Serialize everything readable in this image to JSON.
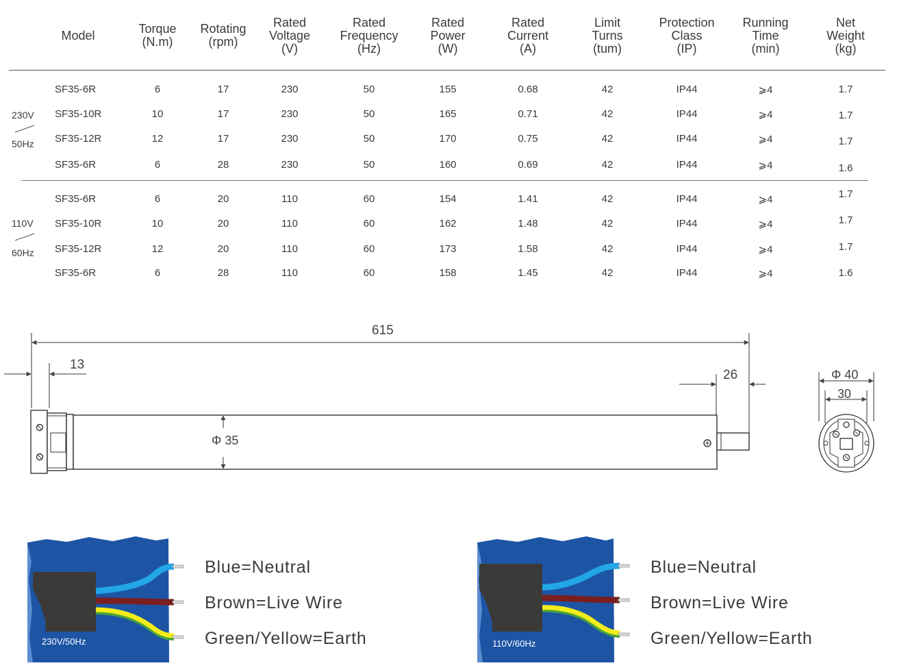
{
  "headers": {
    "model": "Model",
    "torque": [
      "Torque",
      "(N.m)"
    ],
    "rotating": [
      "Rotating",
      "(rpm)"
    ],
    "voltage": [
      "Rated",
      "Voltage",
      "(V)"
    ],
    "frequency": [
      "Rated",
      "Frequency",
      "(Hz)"
    ],
    "power": [
      "Rated",
      "Power",
      "(W)"
    ],
    "current": [
      "Rated",
      "Current",
      "(A)"
    ],
    "turns": [
      "Limit",
      "Turns",
      "(tum)"
    ],
    "protection": [
      "Protection",
      "Class",
      "(IP)"
    ],
    "running": [
      "Running",
      "Time",
      "(min)"
    ],
    "weight": [
      "Net",
      "Weight",
      "(kg)"
    ]
  },
  "groups": [
    {
      "label_top": "230V",
      "label_bottom": "50Hz",
      "rows": [
        {
          "model": "SF35-6R",
          "torque": "6",
          "rpm": "17",
          "voltage": "230",
          "freq": "50",
          "power": "155",
          "current": "0.68",
          "turns": "42",
          "ip": "IP44",
          "time": "⩾4",
          "weight": "1.7"
        },
        {
          "model": "SF35-10R",
          "torque": "10",
          "rpm": "17",
          "voltage": "230",
          "freq": "50",
          "power": "165",
          "current": "0.71",
          "turns": "42",
          "ip": "IP44",
          "time": "⩾4",
          "weight": "1.7"
        },
        {
          "model": "SF35-12R",
          "torque": "12",
          "rpm": "17",
          "voltage": "230",
          "freq": "50",
          "power": "170",
          "current": "0.75",
          "turns": "42",
          "ip": "IP44",
          "time": "⩾4",
          "weight": "1.7"
        },
        {
          "model": "SF35-6R",
          "torque": "6",
          "rpm": "28",
          "voltage": "230",
          "freq": "50",
          "power": "160",
          "current": "0.69",
          "turns": "42",
          "ip": "IP44",
          "time": "⩾4",
          "weight": "1.6"
        }
      ]
    },
    {
      "label_top": "110V",
      "label_bottom": "60Hz",
      "rows": [
        {
          "model": "SF35-6R",
          "torque": "6",
          "rpm": "20",
          "voltage": "110",
          "freq": "60",
          "power": "154",
          "current": "1.41",
          "turns": "42",
          "ip": "IP44",
          "time": "⩾4",
          "weight": "1.7"
        },
        {
          "model": "SF35-10R",
          "torque": "10",
          "rpm": "20",
          "voltage": "110",
          "freq": "60",
          "power": "162",
          "current": "1.48",
          "turns": "42",
          "ip": "IP44",
          "time": "⩾4",
          "weight": "1.7"
        },
        {
          "model": "SF35-12R",
          "torque": "12",
          "rpm": "20",
          "voltage": "110",
          "freq": "60",
          "power": "173",
          "current": "1.58",
          "turns": "42",
          "ip": "IP44",
          "time": "⩾4",
          "weight": "1.7"
        },
        {
          "model": "SF35-6R",
          "torque": "6",
          "rpm": "28",
          "voltage": "110",
          "freq": "60",
          "power": "158",
          "current": "1.45",
          "turns": "42",
          "ip": "IP44",
          "time": "⩾4",
          "weight": "1.6"
        }
      ]
    }
  ],
  "drawing": {
    "overall_length": "615",
    "head_length": "13",
    "shaft_length": "26",
    "tube_diameter": "Φ 35",
    "head_diameter": "Φ 40",
    "shaft_width": "30"
  },
  "wiring": {
    "blue": "Blue=Neutral",
    "brown": "Brown=Live Wire",
    "earth": "Green/Yellow=Earth",
    "left_tag": "230V/50Hz",
    "right_tag": "110V/60Hz"
  },
  "colors": {
    "panel_blue": "#1d55a4",
    "wire_blue": "#22a6e6",
    "wire_brown": "#7a1e1f",
    "wire_yellow": "#f2ec1a",
    "wire_green": "#4aa23a",
    "plug": "#3b3a38"
  }
}
